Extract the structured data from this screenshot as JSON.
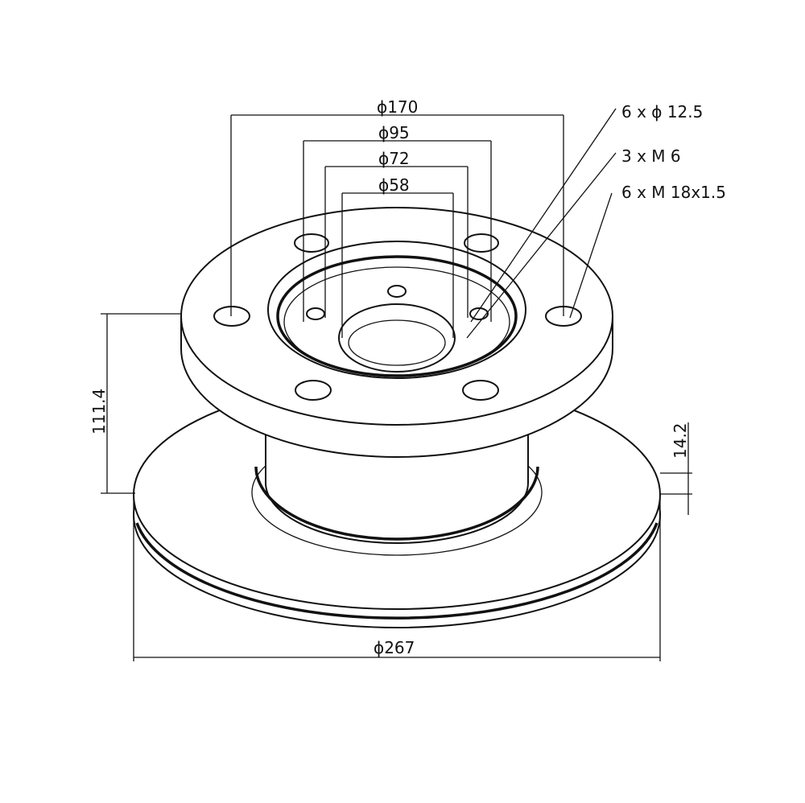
{
  "title": "Brake disc technical drawing",
  "dimensions": {
    "d170": "ϕ170",
    "d95": "ϕ95",
    "d72": "ϕ72",
    "d58": "ϕ58",
    "d267": "ϕ267",
    "height": "111.4",
    "thickness": "14.2"
  },
  "callouts": {
    "holes": "6 x ϕ 12.5",
    "small_threads": "3 x M 6",
    "wheel_studs": "6 x M 18x1.5"
  }
}
